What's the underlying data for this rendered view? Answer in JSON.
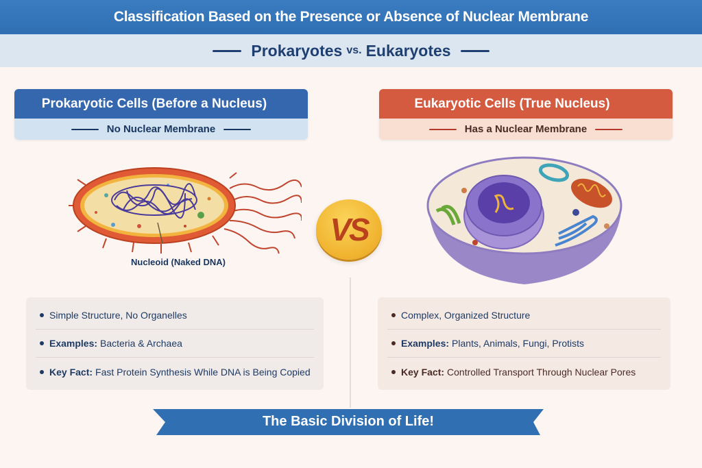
{
  "header": {
    "title": "Classification Based on the Presence or Absence of Nuclear Membrane",
    "subtitle_left": "Prokaryotes",
    "subtitle_vs": "vs.",
    "subtitle_right": "Eukaryotes"
  },
  "prokaryotic": {
    "title": "Prokaryotic Cells (Before a Nucleus)",
    "subtitle": "No Nuclear Membrane",
    "caption": "Nucleoid (Naked DNA)",
    "facts": [
      {
        "label": "",
        "text": "Simple Structure, No Organelles"
      },
      {
        "label": "Examples:",
        "text": "Bacteria & Archaea"
      },
      {
        "label": "Key Fact:",
        "text": "Fast Protein Synthesis While DNA is Being Copied"
      }
    ],
    "color": "#3467ae"
  },
  "eukaryotic": {
    "title": "Eukaryotic Cells (True Nucleus)",
    "subtitle": "Has a Nuclear Membrane",
    "facts": [
      {
        "label": "",
        "text": "Complex, Organized Structure"
      },
      {
        "label": "Examples:",
        "text": "Plants, Animals, Fungi, Protists"
      },
      {
        "label": "Key Fact:",
        "text": "Controlled Transport Through Nuclear Pores"
      }
    ],
    "color": "#d45a40"
  },
  "vs_badge": "VS",
  "footer": {
    "banner": "The Basic Division of Life!"
  }
}
